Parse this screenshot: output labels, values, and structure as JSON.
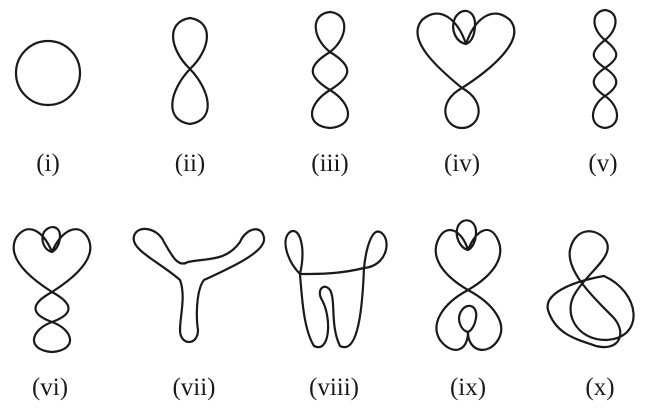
{
  "figures": [
    {
      "label": "(i)"
    },
    {
      "label": "(ii)"
    },
    {
      "label": "(iii)"
    },
    {
      "label": "(iv)"
    },
    {
      "label": "(v)"
    },
    {
      "label": "(vi)"
    },
    {
      "label": "(vii)"
    },
    {
      "label": "(viii)"
    },
    {
      "label": "(ix)"
    },
    {
      "label": "(x)"
    }
  ],
  "colors": {
    "stroke": "#1a1a1a",
    "background": "#ffffff"
  }
}
